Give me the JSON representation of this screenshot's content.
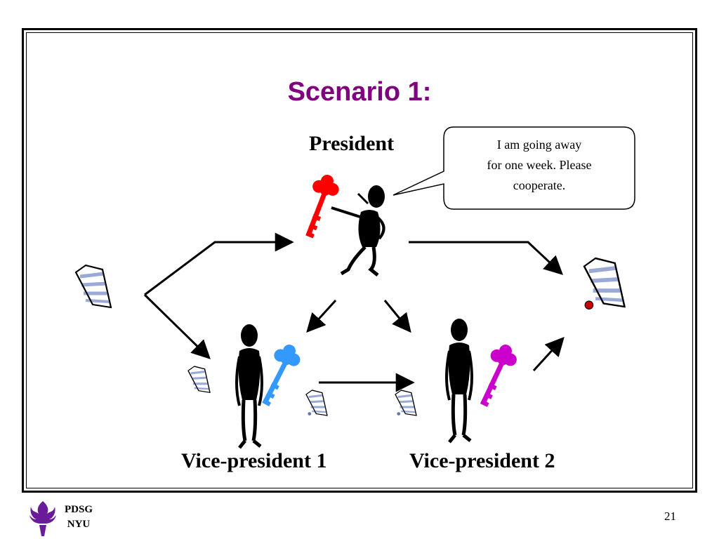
{
  "slide": {
    "title": "Scenario 1:",
    "title_color": "#800080",
    "page_number": "21"
  },
  "roles": {
    "president": "President",
    "vp1": "Vice-president 1",
    "vp2": "Vice-president 2"
  },
  "speech_bubble": {
    "line1": "I am going away",
    "line2": "for one week. Please",
    "line3": "cooperate."
  },
  "keys": {
    "president_color": "#ff0000",
    "vp1_color": "#3399ff",
    "vp2_color": "#cc00cc"
  },
  "logo": {
    "line1": "PDSG",
    "line2": "NYU",
    "color": "#6a1b9a",
    "icon": "torch-icon"
  }
}
